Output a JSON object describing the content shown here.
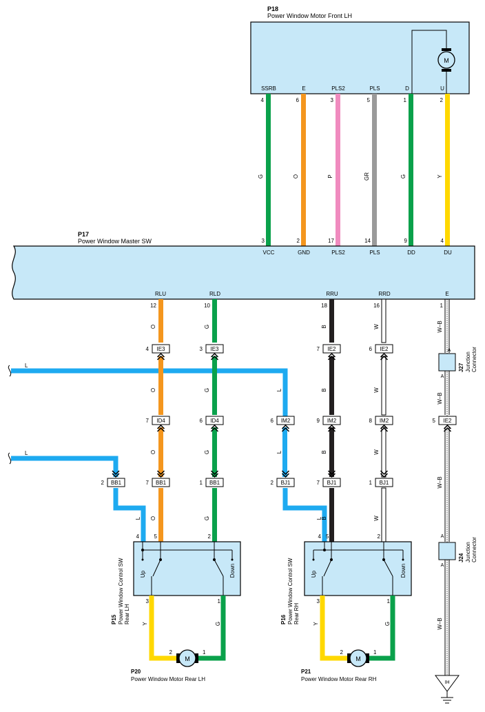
{
  "components": {
    "p18": {
      "id": "P18",
      "name": "Power Window Motor Front LH",
      "motor": "M",
      "pins": [
        {
          "label": "SSRB",
          "num": "4"
        },
        {
          "label": "E",
          "num": "6"
        },
        {
          "label": "PLS2",
          "num": "3"
        },
        {
          "label": "PLS",
          "num": "5"
        },
        {
          "label": "D",
          "num": "1"
        },
        {
          "label": "U",
          "num": "2"
        }
      ]
    },
    "p17": {
      "id": "P17",
      "name": "Power Window Master SW",
      "top_pins": [
        {
          "label": "VCC",
          "num": "3"
        },
        {
          "label": "GND",
          "num": "2"
        },
        {
          "label": "PLS2",
          "num": "17"
        },
        {
          "label": "PLS",
          "num": "14"
        },
        {
          "label": "DD",
          "num": "9"
        },
        {
          "label": "DU",
          "num": "4"
        }
      ],
      "bottom_pins": [
        {
          "label": "RLU",
          "num": "12"
        },
        {
          "label": "RLD",
          "num": "10"
        },
        {
          "label": "RRU",
          "num": "18"
        },
        {
          "label": "RRD",
          "num": "16"
        },
        {
          "label": "E",
          "num": "1"
        }
      ]
    },
    "p15": {
      "id": "P15",
      "name": "Power Window Control SW",
      "name2": "Rear LH",
      "up": "Up",
      "down": "Down",
      "pins": {
        "a": "4",
        "b": "5",
        "c": "2",
        "d": "3",
        "e": "1"
      }
    },
    "p16": {
      "id": "P16",
      "name": "Power Window Control SW",
      "name2": "Rear RH",
      "up": "Up",
      "down": "Down",
      "pins": {
        "a": "4",
        "b": "5",
        "c": "2",
        "d": "3",
        "e": "1"
      }
    },
    "p20": {
      "id": "P20",
      "name": "Power Window Motor Rear LH",
      "motor": "M",
      "pin_l": "2",
      "pin_r": "1"
    },
    "p21": {
      "id": "P21",
      "name": "Power Window Motor Rear RH",
      "motor": "M",
      "pin_l": "2",
      "pin_r": "1"
    },
    "j27": {
      "id": "J27",
      "name1": "Junction",
      "name2": "Connector",
      "top": "A",
      "bottom": "A"
    },
    "j24": {
      "id": "J24",
      "name1": "Junction",
      "name2": "Connector",
      "top": "A",
      "bottom": "A"
    },
    "ground": {
      "label": "IH"
    }
  },
  "wire_colors": {
    "top": [
      "G",
      "O",
      "P",
      "GR",
      "G",
      "Y"
    ],
    "rlu": "O",
    "rld": "G",
    "rru": "B",
    "rrd": "W",
    "e": "W–B",
    "l": "L",
    "y": "Y",
    "g": "G"
  },
  "connectors": {
    "ie3": {
      "name": "IE3",
      "pin_a": "4",
      "pin_b": "3"
    },
    "ie2_top": {
      "name": "IE2",
      "pin_a": "7",
      "pin_b": "6"
    },
    "id4": {
      "name": "ID4",
      "pin_a": "7",
      "pin_b": "6"
    },
    "im2": {
      "name": "IM2",
      "pin_a": "6",
      "pin_b": "9",
      "pin_c": "8"
    },
    "ie2_e": {
      "name": "IE2",
      "pin": "5"
    },
    "bb1": {
      "name": "BB1",
      "pin_a": "2",
      "pin_b": "7",
      "pin_c": "1"
    },
    "bj1": {
      "name": "BJ1",
      "pin_a": "2",
      "pin_b": "7",
      "pin_c": "1"
    }
  },
  "colors": {
    "box_fill": "#c7e8f8",
    "green": "#0aa14b",
    "orange": "#f4961e",
    "pink": "#f08bbf",
    "gray": "#9a9a9a",
    "yellow": "#ffd800",
    "blue": "#1eaaf0",
    "black": "#231f20"
  }
}
